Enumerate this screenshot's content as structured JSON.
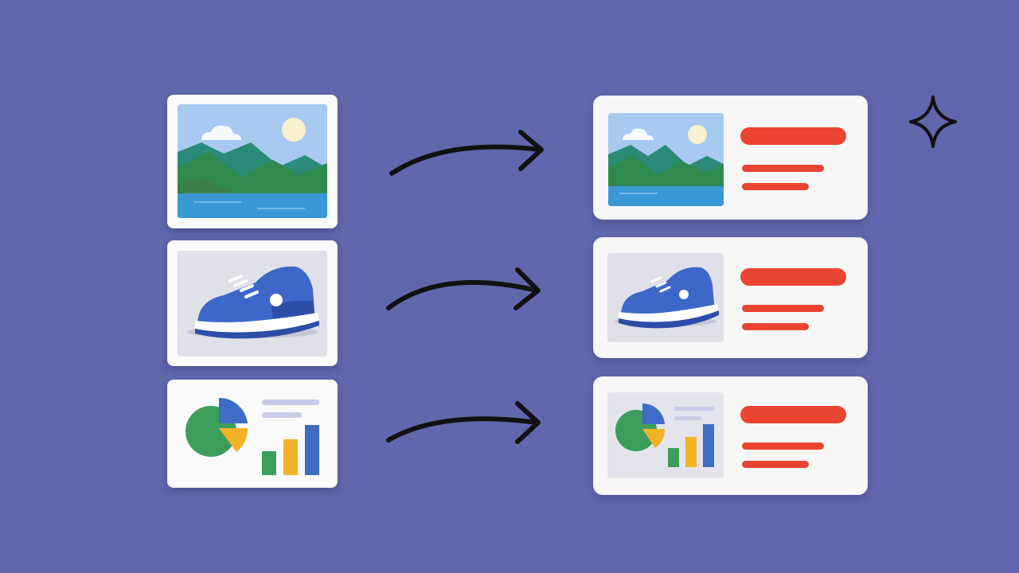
{
  "colors": {
    "background": "#6167ad",
    "card": "#fbfbfb",
    "accent_bar": "#e9442f",
    "arrow": "#111111",
    "sky": "#a8c9f0",
    "mountain_dark": "#2f8a4d",
    "mountain_teal": "#2b8b78",
    "water": "#3a98d6",
    "shoe": "#3d67c9",
    "pie_blue": "#3f6cc4",
    "pie_yellow": "#f4b228",
    "pie_green": "#3d9e5c"
  },
  "diagram": {
    "rows": [
      {
        "input": "landscape-image",
        "output": "landscape-image-with-text"
      },
      {
        "input": "sneaker-image",
        "output": "sneaker-image-with-text"
      },
      {
        "input": "chart-image",
        "output": "chart-image-with-text"
      }
    ],
    "decoration": "sparkle-icon"
  }
}
